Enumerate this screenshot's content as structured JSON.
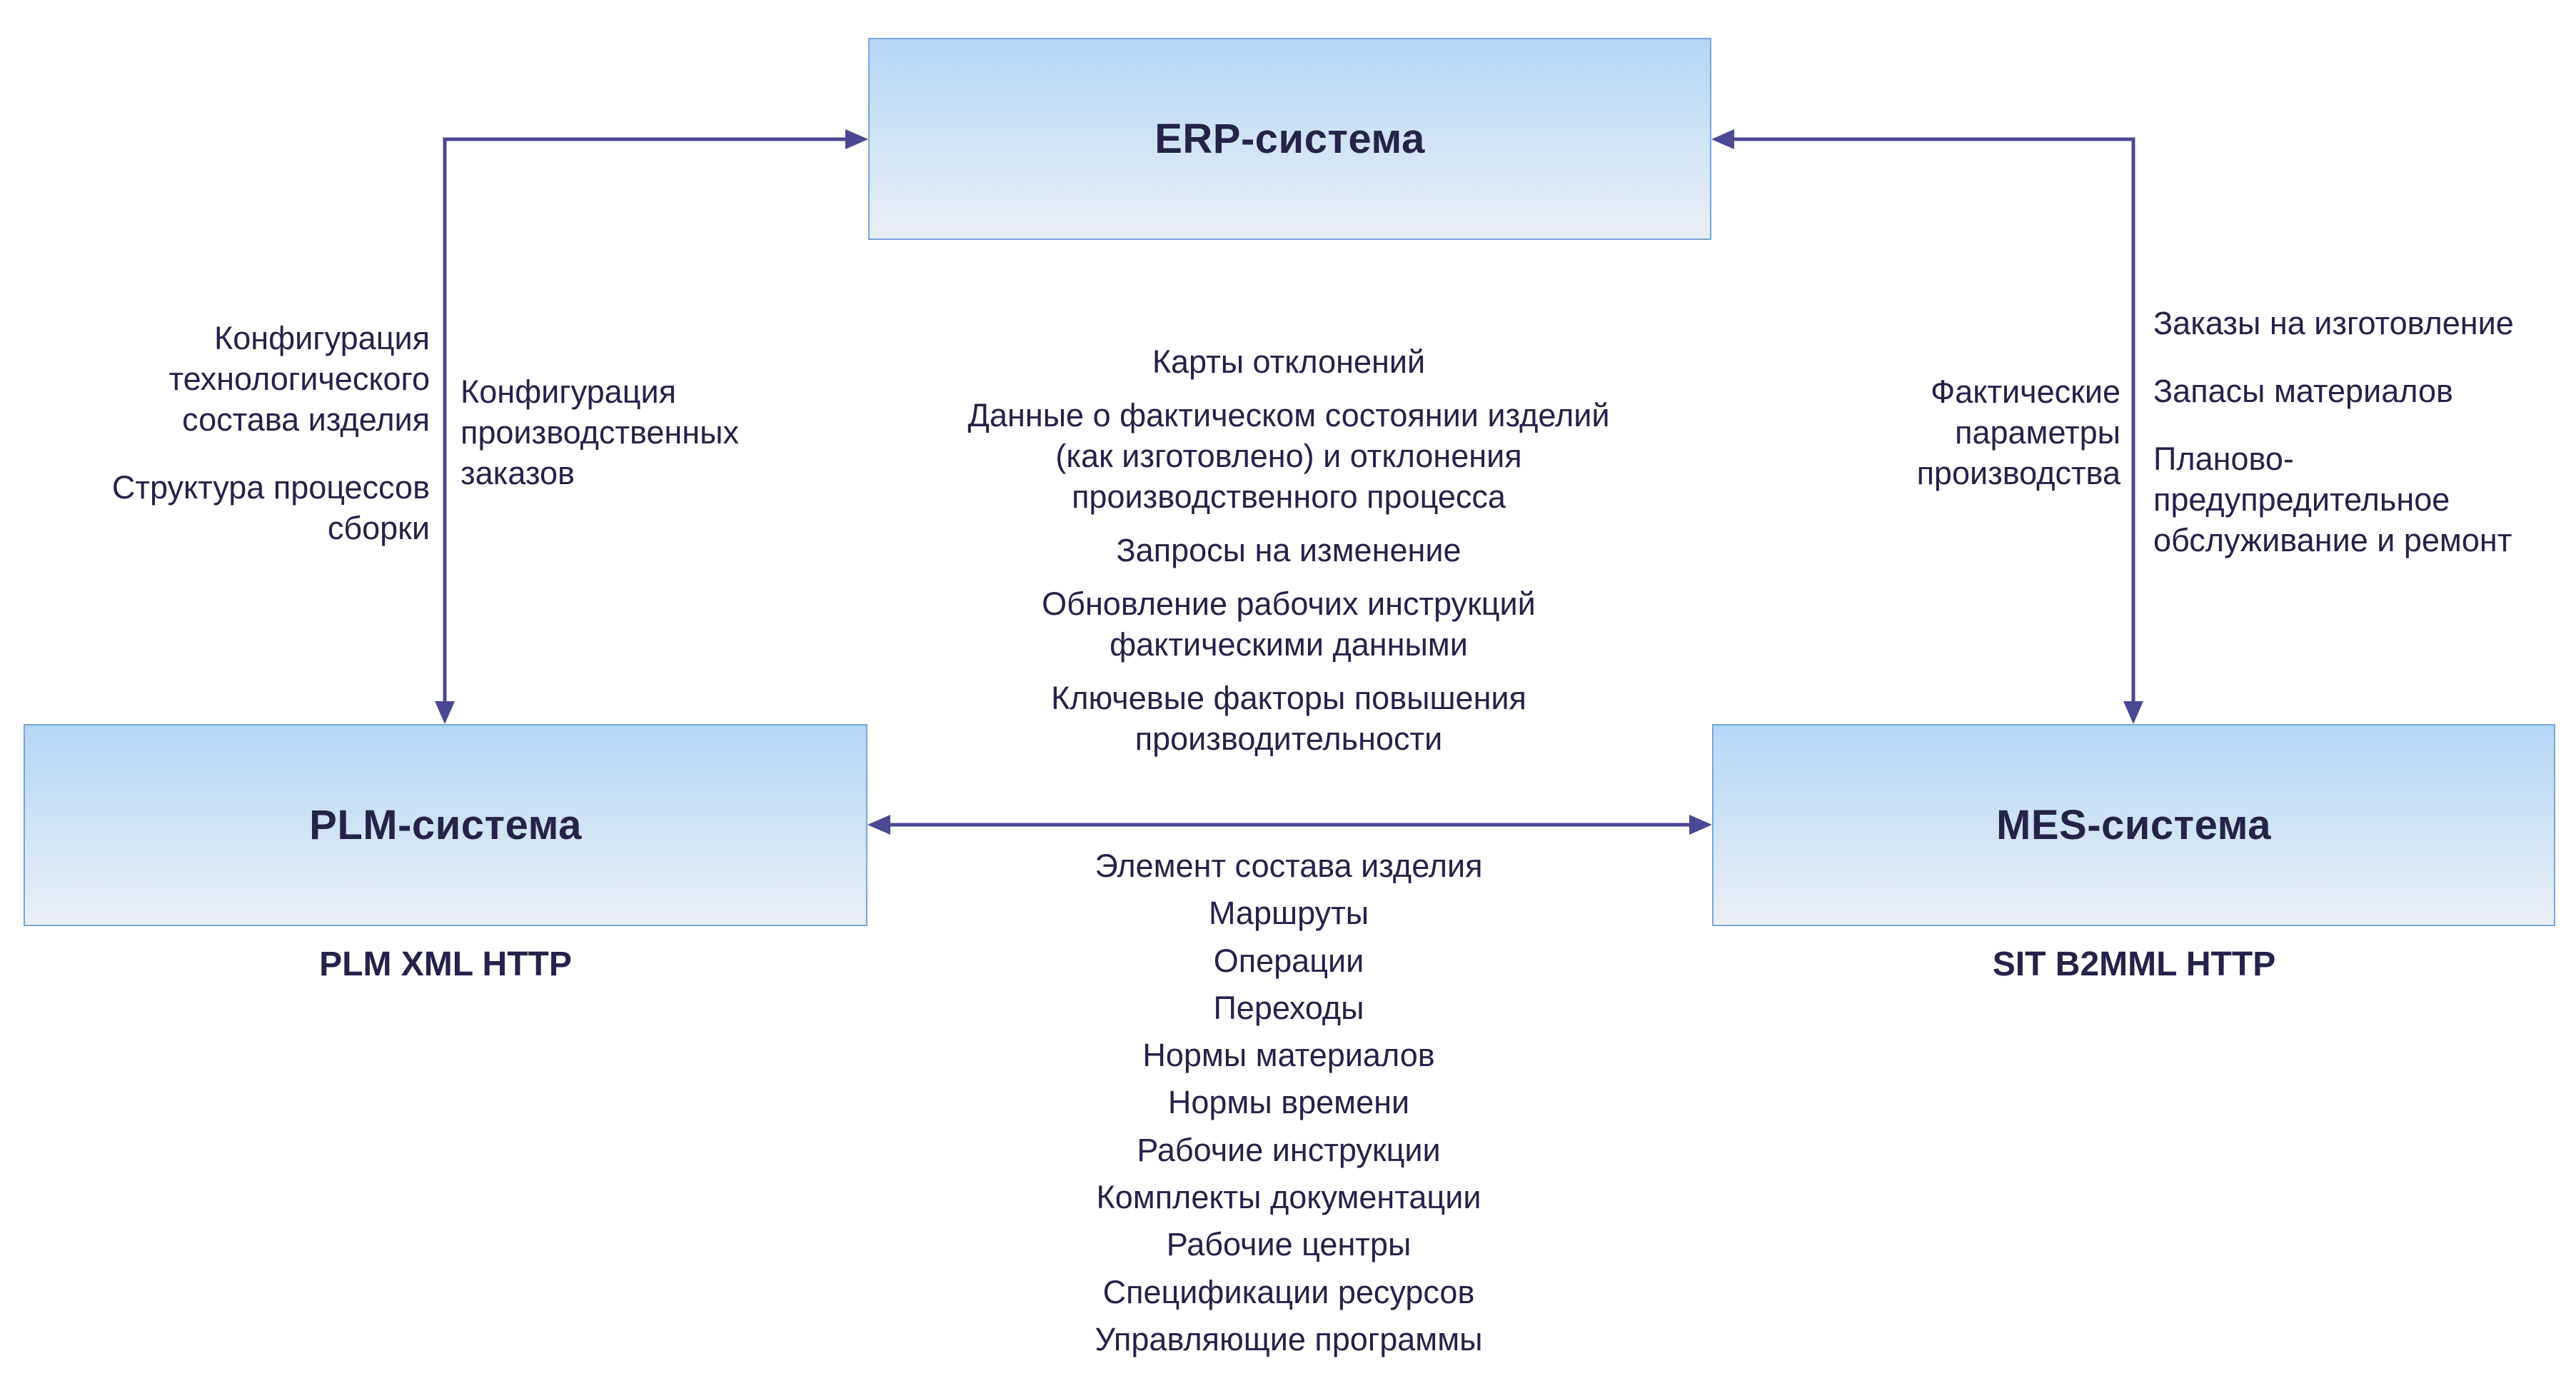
{
  "boxes": {
    "erp": {
      "title": "ERP-система"
    },
    "plm": {
      "title": "PLM-система",
      "protocol": "PLM XML HTTP"
    },
    "mes": {
      "title": "MES-система",
      "protocol": "SIT B2MML HTTP"
    }
  },
  "flows": {
    "plm_to_erp": [
      "Конфигурация технологического состава изделия",
      "Структура процессов сборки"
    ],
    "erp_to_plm": [
      "Конфигурация производственных заказов"
    ],
    "mes_to_erp": [
      "Фактические параметры производства"
    ],
    "erp_to_mes": [
      "Заказы на изготовление",
      "Запасы материалов",
      "Планово-предупредительное обслуживание и ремонт"
    ],
    "mes_to_plm": [
      "Карты отклонений",
      "Данные о фактическом состоянии изделий (как изготовлено) и отклонения производственного процесса",
      "Запросы на изменение",
      "Обновление рабочих инструкций фактическими данными",
      "Ключевые факторы повышения производительности"
    ],
    "plm_to_mes": [
      "Элемент состава изделия",
      "Маршруты",
      "Операции",
      "Переходы",
      "Нормы материалов",
      "Нормы времени",
      "Рабочие инструкции",
      "Комплекты документации",
      "Рабочие центры",
      "Спецификации ресурсов",
      "Управляющие программы"
    ]
  },
  "colors": {
    "arrow": "#4b4894",
    "box_top": "#b4d6f8",
    "box_bottom": "#eaeef4",
    "box_border": "#7aa6d6",
    "text": "#25234a"
  }
}
